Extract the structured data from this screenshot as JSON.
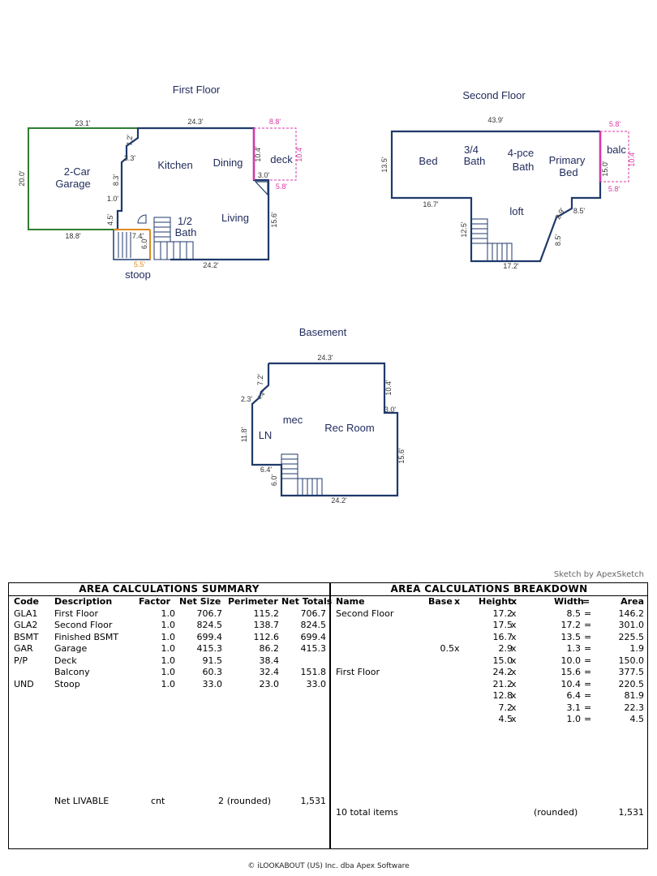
{
  "floors": {
    "first": {
      "title": "First Floor",
      "rooms": [
        "2-Car",
        "Garage",
        "Kitchen",
        "Dining",
        "deck",
        "Living",
        "1/2",
        "Bath",
        "stoop"
      ],
      "dims": [
        "23.1'",
        "20.0'",
        "18.8'",
        "24.3'",
        "8.8'",
        "10.4'",
        "10.4'",
        "3.0'",
        "5.8'",
        "15.6'",
        "24.2'",
        "7.2'",
        "3.3'",
        "8.3'",
        "1.0'",
        "4.5'",
        "7.4'",
        "6.0'",
        "5.5'"
      ]
    },
    "second": {
      "title": "Second Floor",
      "rooms": [
        "Bed",
        "3/4",
        "Bath",
        "4-pce",
        "Bath",
        "Primary",
        "Bed",
        "balc",
        "loft"
      ],
      "dims": [
        "43.9'",
        "5.8'",
        "15.0'",
        "10.4'",
        "5.8'",
        "13.5'",
        "16.7'",
        "12.5'",
        "17.2'",
        "2.9'",
        "8.5'",
        "8.5'"
      ]
    },
    "basement": {
      "title": "Basement",
      "rooms": [
        "mec",
        "Rec Room",
        "LN"
      ],
      "dims": [
        "24.3'",
        "7.2'",
        "2.3'",
        "1.4'",
        "10.4'",
        "3.0'",
        "11.8'",
        "15.6'",
        "6.4'",
        "6.0'",
        "24.2'"
      ]
    }
  },
  "credit": "Sketch by ApexSketch",
  "summary": {
    "title": "AREA CALCULATIONS SUMMARY",
    "headers": [
      "Code",
      "Description",
      "Factor",
      "Net Size",
      "Perimeter",
      "Net Totals"
    ],
    "rows": [
      [
        "GLA1",
        "First Floor",
        "1.0",
        "706.7",
        "115.2",
        "706.7"
      ],
      [
        "GLA2",
        "Second Floor",
        "1.0",
        "824.5",
        "138.7",
        "824.5"
      ],
      [
        "BSMT",
        "Finished BSMT",
        "1.0",
        "699.4",
        "112.6",
        "699.4"
      ],
      [
        "GAR",
        "Garage",
        "1.0",
        "415.3",
        "86.2",
        "415.3"
      ],
      [
        "P/P",
        "Deck",
        "1.0",
        "91.5",
        "38.4",
        ""
      ],
      [
        "",
        "Balcony",
        "1.0",
        "60.3",
        "32.4",
        "151.8"
      ],
      [
        "UND",
        "Stoop",
        "1.0",
        "33.0",
        "23.0",
        "33.0"
      ]
    ],
    "footer": [
      "Net LIVABLE",
      "cnt",
      "2",
      "(rounded)",
      "1,531"
    ]
  },
  "breakdown": {
    "title": "AREA CALCULATIONS BREAKDOWN",
    "headers": [
      "Name",
      "Base",
      "x",
      "Height",
      "x",
      "Width",
      "=",
      "Area"
    ],
    "rows": [
      [
        "Second Floor",
        "",
        "",
        "17.2",
        "x",
        "8.5",
        "=",
        "146.2"
      ],
      [
        "",
        "",
        "",
        "17.5",
        "x",
        "17.2",
        "=",
        "301.0"
      ],
      [
        "",
        "",
        "",
        "16.7",
        "x",
        "13.5",
        "=",
        "225.5"
      ],
      [
        "",
        "0.5",
        "x",
        "2.9",
        "x",
        "1.3",
        "=",
        "1.9"
      ],
      [
        "",
        "",
        "",
        "15.0",
        "x",
        "10.0",
        "=",
        "150.0"
      ],
      [
        "First Floor",
        "",
        "",
        "24.2",
        "x",
        "15.6",
        "=",
        "377.5"
      ],
      [
        "",
        "",
        "",
        "21.2",
        "x",
        "10.4",
        "=",
        "220.5"
      ],
      [
        "",
        "",
        "",
        "12.8",
        "x",
        "6.4",
        "=",
        "81.9"
      ],
      [
        "",
        "",
        "",
        "7.2",
        "x",
        "3.1",
        "=",
        "22.3"
      ],
      [
        "",
        "",
        "",
        "4.5",
        "x",
        "1.0",
        "=",
        "4.5"
      ]
    ],
    "footer": [
      "10 total items",
      "(rounded)",
      "1,531"
    ]
  },
  "copyright": "© iLOOKABOUT (US) Inc. dba Apex Software",
  "colors": {
    "wall": "#1f3a6b",
    "garage": "#2e7d32",
    "deck": "#d63aa6",
    "stoop": "#e08a1e",
    "label": "#1f2a5a"
  }
}
